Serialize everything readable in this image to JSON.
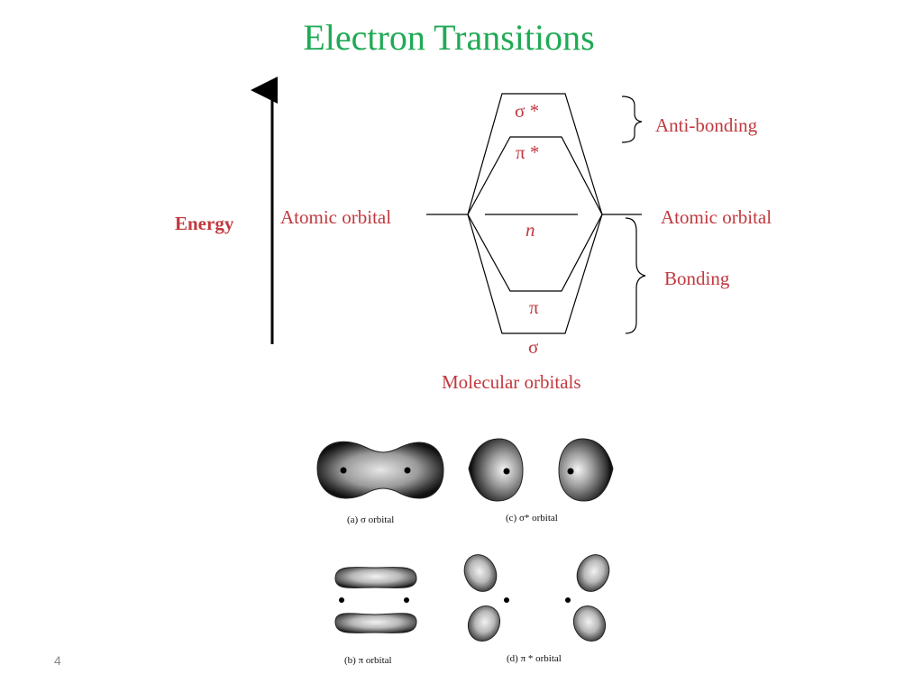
{
  "slide": {
    "title": "Electron Transitions",
    "page_number": "4"
  },
  "diagram": {
    "energy_label": "Energy",
    "atomic_orbital_left": "Atomic orbital",
    "atomic_orbital_right": "Atomic orbital",
    "molecular_orbitals_label": "Molecular orbitals",
    "antibonding_label": "Anti-bonding",
    "bonding_label": "Bonding",
    "levels": {
      "sigma_star": "σ *",
      "pi_star": "π *",
      "n": "n",
      "pi": "π",
      "sigma": "σ"
    }
  },
  "orbital_images": {
    "sigma_caption": "(a) σ orbital",
    "sigma_star_caption": "(c) σ* orbital",
    "pi_caption": "(b) π orbital",
    "pi_star_caption": "(d) π * orbital"
  },
  "colors": {
    "title": "#1faa55",
    "label": "#c0393f",
    "line": "#000000"
  }
}
